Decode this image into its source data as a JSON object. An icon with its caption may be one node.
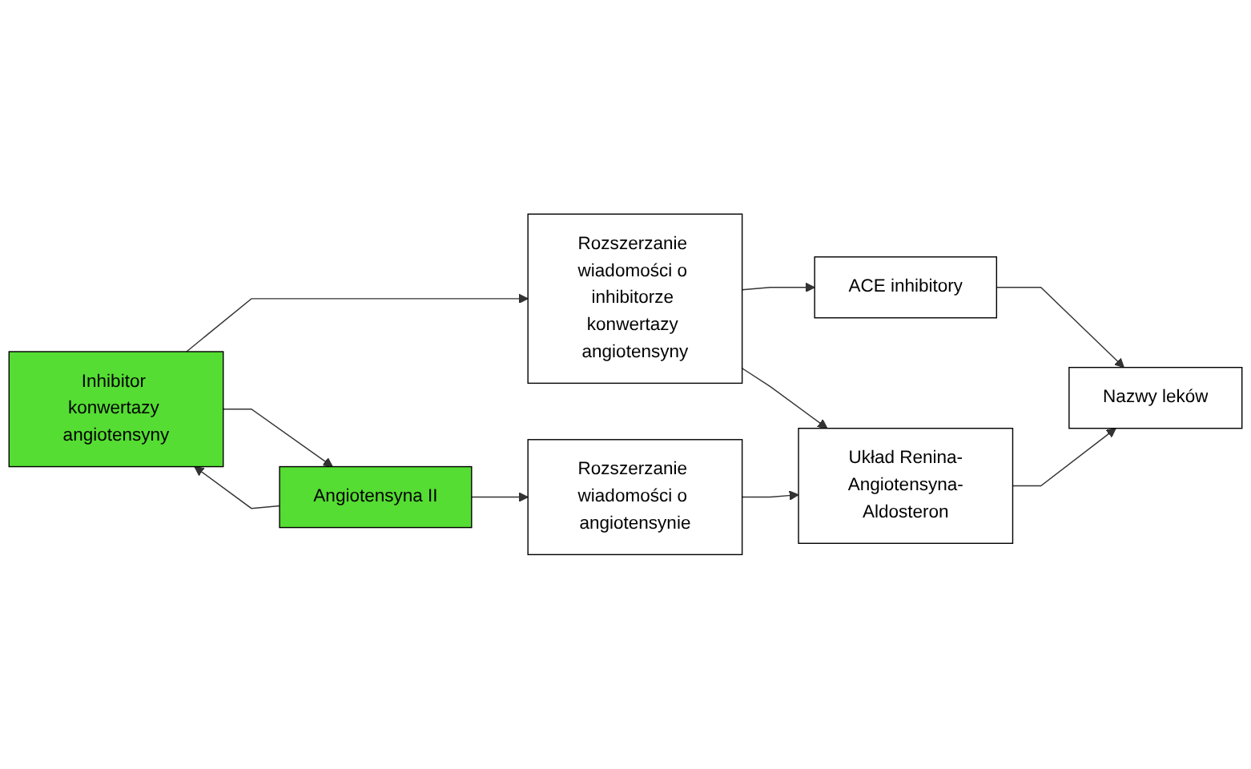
{
  "diagram": {
    "nodes": [
      {
        "text": [
          "Inhibitor konwertazy angiotensyny"
        ]
      },
      {
        "text": [
          "Angiotensyna II"
        ]
      },
      {
        "text": [
          "Rozszerzanie wiadomości o inhibitorze konwertazy angiotensyny"
        ]
      },
      {
        "text": [
          "Rozszerzanie wiadomości o angiotensynie"
        ]
      },
      {
        "text": [
          "ACE inhibitory"
        ]
      },
      {
        "text": [
          "Nazwy leków"
        ]
      },
      {
        "text": [
          "Układ Renina-Angiotensyna-Aldosteron"
        ]
      }
    ],
    "edges": [
      {
        "from": 0,
        "to": 1,
        "arrow": "to"
      },
      {
        "from": 1,
        "to": 0,
        "arrow": "to"
      },
      {
        "from": 0,
        "to": 2,
        "arrow": "to"
      },
      {
        "from": 1,
        "to": 3,
        "arrow": "to"
      },
      {
        "from": 2,
        "to": 4,
        "arrow": "to"
      },
      {
        "from": 2,
        "to": 6,
        "arrow": "to"
      },
      {
        "from": 3,
        "to": 6,
        "arrow": "to"
      },
      {
        "from": 4,
        "to": 5,
        "arrow": "to"
      },
      {
        "from": 6,
        "to": 5,
        "arrow": "to"
      }
    ]
  }
}
